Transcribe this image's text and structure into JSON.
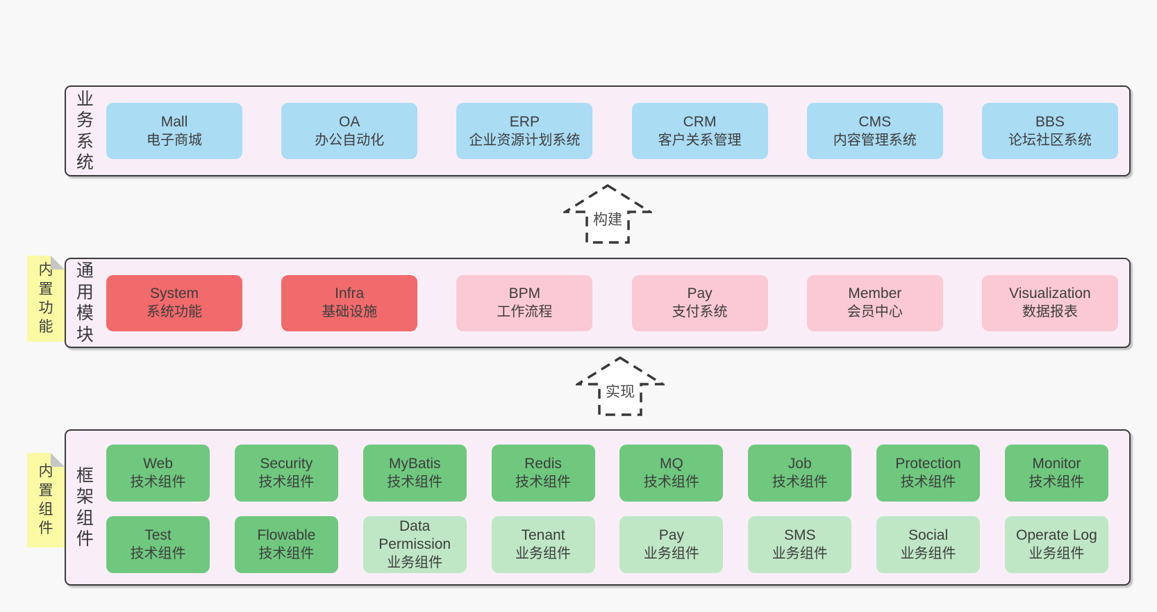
{
  "colors": {
    "page_bg": "#f8f8f8",
    "band_bg": "#f9eef7",
    "band_border": "#3b3b3b",
    "box_blue": "#aadcf4",
    "box_red": "#f16a6c",
    "box_pink": "#fbc9d4",
    "box_green": "#6fc87e",
    "box_light_green": "#bfe7c5",
    "note_yellow": "#fafaa5",
    "note_fold_gray": "#c6c6c6",
    "text": "#3c3c3c"
  },
  "notes": {
    "modules": "内置功能",
    "framework": "内置组件"
  },
  "arrows": {
    "build": "构建",
    "implement": "实现"
  },
  "sections": {
    "business": {
      "label": "业务系统",
      "boxes": [
        {
          "name": "Mall",
          "desc": "电子商城"
        },
        {
          "name": "OA",
          "desc": "办公自动化"
        },
        {
          "name": "ERP",
          "desc": "企业资源计划系统"
        },
        {
          "name": "CRM",
          "desc": "客户关系管理"
        },
        {
          "name": "CMS",
          "desc": "内容管理系统"
        },
        {
          "name": "BBS",
          "desc": "论坛社区系统"
        }
      ]
    },
    "modules": {
      "label": "通用模块",
      "boxes": [
        {
          "name": "System",
          "desc": "系统功能"
        },
        {
          "name": "Infra",
          "desc": "基础设施"
        },
        {
          "name": "BPM",
          "desc": "工作流程"
        },
        {
          "name": "Pay",
          "desc": "支付系统"
        },
        {
          "name": "Member",
          "desc": "会员中心"
        },
        {
          "name": "Visualization",
          "desc": "数据报表"
        }
      ]
    },
    "framework": {
      "label": "框架组件",
      "row1": [
        {
          "name": "Web",
          "desc": "技术组件"
        },
        {
          "name": "Security",
          "desc": "技术组件"
        },
        {
          "name": "MyBatis",
          "desc": "技术组件"
        },
        {
          "name": "Redis",
          "desc": "技术组件"
        },
        {
          "name": "MQ",
          "desc": "技术组件"
        },
        {
          "name": "Job",
          "desc": "技术组件"
        },
        {
          "name": "Protection",
          "desc": "技术组件"
        },
        {
          "name": "Monitor",
          "desc": "技术组件"
        }
      ],
      "row2": [
        {
          "name": "Test",
          "desc": "技术组件"
        },
        {
          "name": "Flowable",
          "desc": "技术组件"
        },
        {
          "name": "Data Permission",
          "desc": "业务组件"
        },
        {
          "name": "Tenant",
          "desc": "业务组件"
        },
        {
          "name": "Pay",
          "desc": "业务组件"
        },
        {
          "name": "SMS",
          "desc": "业务组件"
        },
        {
          "name": "Social",
          "desc": "业务组件"
        },
        {
          "name": "Operate Log",
          "desc": "业务组件"
        }
      ]
    }
  }
}
